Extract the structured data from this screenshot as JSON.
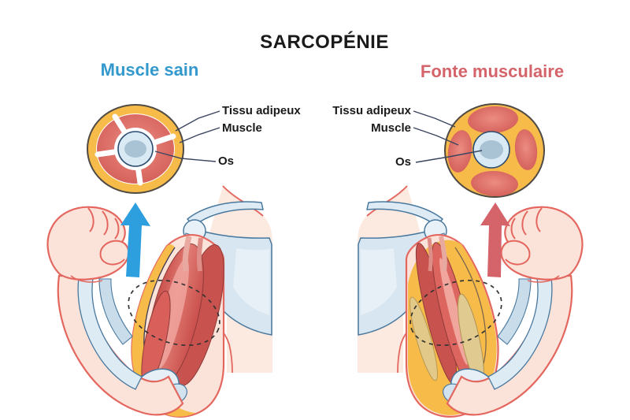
{
  "title": "SARCOPÉNIE",
  "panels": {
    "left": {
      "heading": "Muscle sain",
      "heading_color": "#3399CC",
      "arrow_color": "#2E9FDE",
      "arrow_direction": "up",
      "labels": {
        "fat": "Tissu adipeux",
        "muscle": "Muscle",
        "bone": "Os"
      }
    },
    "right": {
      "heading": "Fonte musculaire",
      "heading_color": "#D5636A",
      "arrow_color": "#D5636A",
      "arrow_direction": "up",
      "labels": {
        "fat": "Tissu adipeux",
        "muscle": "Muscle",
        "bone": "Os"
      }
    }
  },
  "colors": {
    "adipose_tissue": "#F7BB49",
    "muscle_red": "#D15B55",
    "muscle_highlight": "#F0A59D",
    "wasted_muscle_tan": "#E0CA90",
    "bone_light": "#D9EAF5",
    "bone_core": "#A9C2D4",
    "bone_outline": "#2E4E70",
    "skin": "#FBE3DA",
    "skin_outline": "#E4675F",
    "scapula": "#D7E6F1",
    "label_text": "#1A1A1A"
  }
}
